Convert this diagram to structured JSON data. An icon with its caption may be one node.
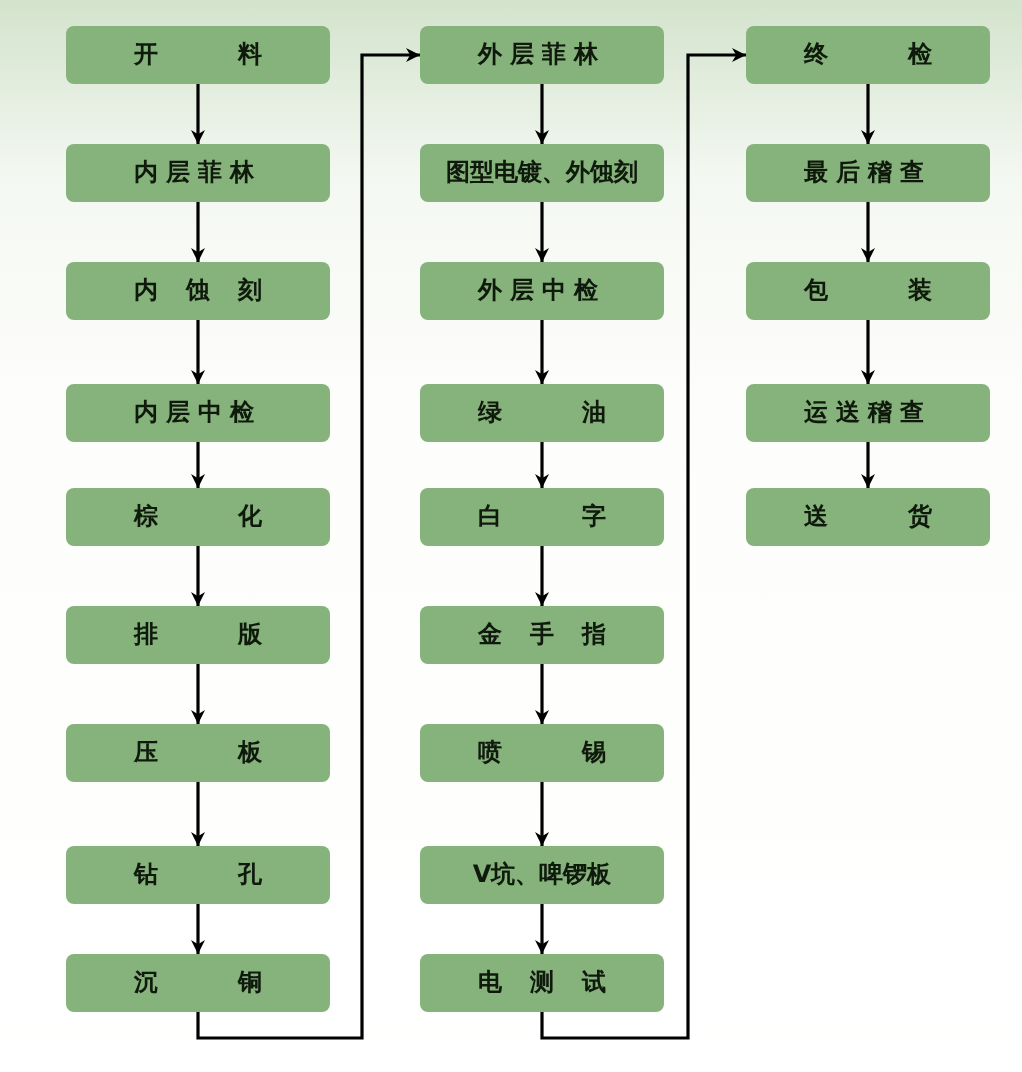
{
  "diagram": {
    "nodes": [
      {
        "text": [
          "开料"
        ]
      },
      {
        "text": [
          "内层菲林"
        ]
      },
      {
        "text": [
          "内蚀刻"
        ]
      },
      {
        "text": [
          "内层中检"
        ]
      },
      {
        "text": [
          "棕化"
        ]
      },
      {
        "text": [
          "排版"
        ]
      },
      {
        "text": [
          "压板"
        ]
      },
      {
        "text": [
          "钻孔"
        ]
      },
      {
        "text": [
          "沉铜"
        ]
      },
      {
        "text": [
          "外层菲林"
        ]
      },
      {
        "text": [
          "图型电镀、外蚀刻"
        ]
      },
      {
        "text": [
          "外层中检"
        ]
      },
      {
        "text": [
          "绿油"
        ]
      },
      {
        "text": [
          "白字"
        ]
      },
      {
        "text": [
          "金手指"
        ]
      },
      {
        "text": [
          "喷锡"
        ]
      },
      {
        "text": [
          "V坑、啤锣板"
        ]
      },
      {
        "text": [
          "电测试"
        ]
      },
      {
        "text": [
          "终检"
        ]
      },
      {
        "text": [
          "最后稽查"
        ]
      },
      {
        "text": [
          "包装"
        ]
      },
      {
        "text": [
          "运送稽查"
        ]
      },
      {
        "text": [
          "送货"
        ]
      }
    ],
    "edges": [
      {
        "from": 0,
        "to": 1,
        "arrow": "to"
      },
      {
        "from": 1,
        "to": 2,
        "arrow": "to"
      },
      {
        "from": 2,
        "to": 3,
        "arrow": "to"
      },
      {
        "from": 3,
        "to": 4,
        "arrow": "to"
      },
      {
        "from": 4,
        "to": 5,
        "arrow": "to"
      },
      {
        "from": 5,
        "to": 6,
        "arrow": "to"
      },
      {
        "from": 6,
        "to": 7,
        "arrow": "to"
      },
      {
        "from": 7,
        "to": 8,
        "arrow": "to"
      },
      {
        "from": 8,
        "to": 9,
        "arrow": "to"
      },
      {
        "from": 9,
        "to": 10,
        "arrow": "to"
      },
      {
        "from": 10,
        "to": 11,
        "arrow": "to"
      },
      {
        "from": 11,
        "to": 12,
        "arrow": "to"
      },
      {
        "from": 12,
        "to": 13,
        "arrow": "to"
      },
      {
        "from": 13,
        "to": 14,
        "arrow": "to"
      },
      {
        "from": 14,
        "to": 15,
        "arrow": "to"
      },
      {
        "from": 15,
        "to": 16,
        "arrow": "to"
      },
      {
        "from": 16,
        "to": 17,
        "arrow": "to"
      },
      {
        "from": 17,
        "to": 18,
        "arrow": "to"
      },
      {
        "from": 18,
        "to": 19,
        "arrow": "to"
      },
      {
        "from": 19,
        "to": 20,
        "arrow": "to"
      },
      {
        "from": 20,
        "to": 21,
        "arrow": "to"
      },
      {
        "from": 21,
        "to": 22,
        "arrow": "to"
      }
    ]
  }
}
